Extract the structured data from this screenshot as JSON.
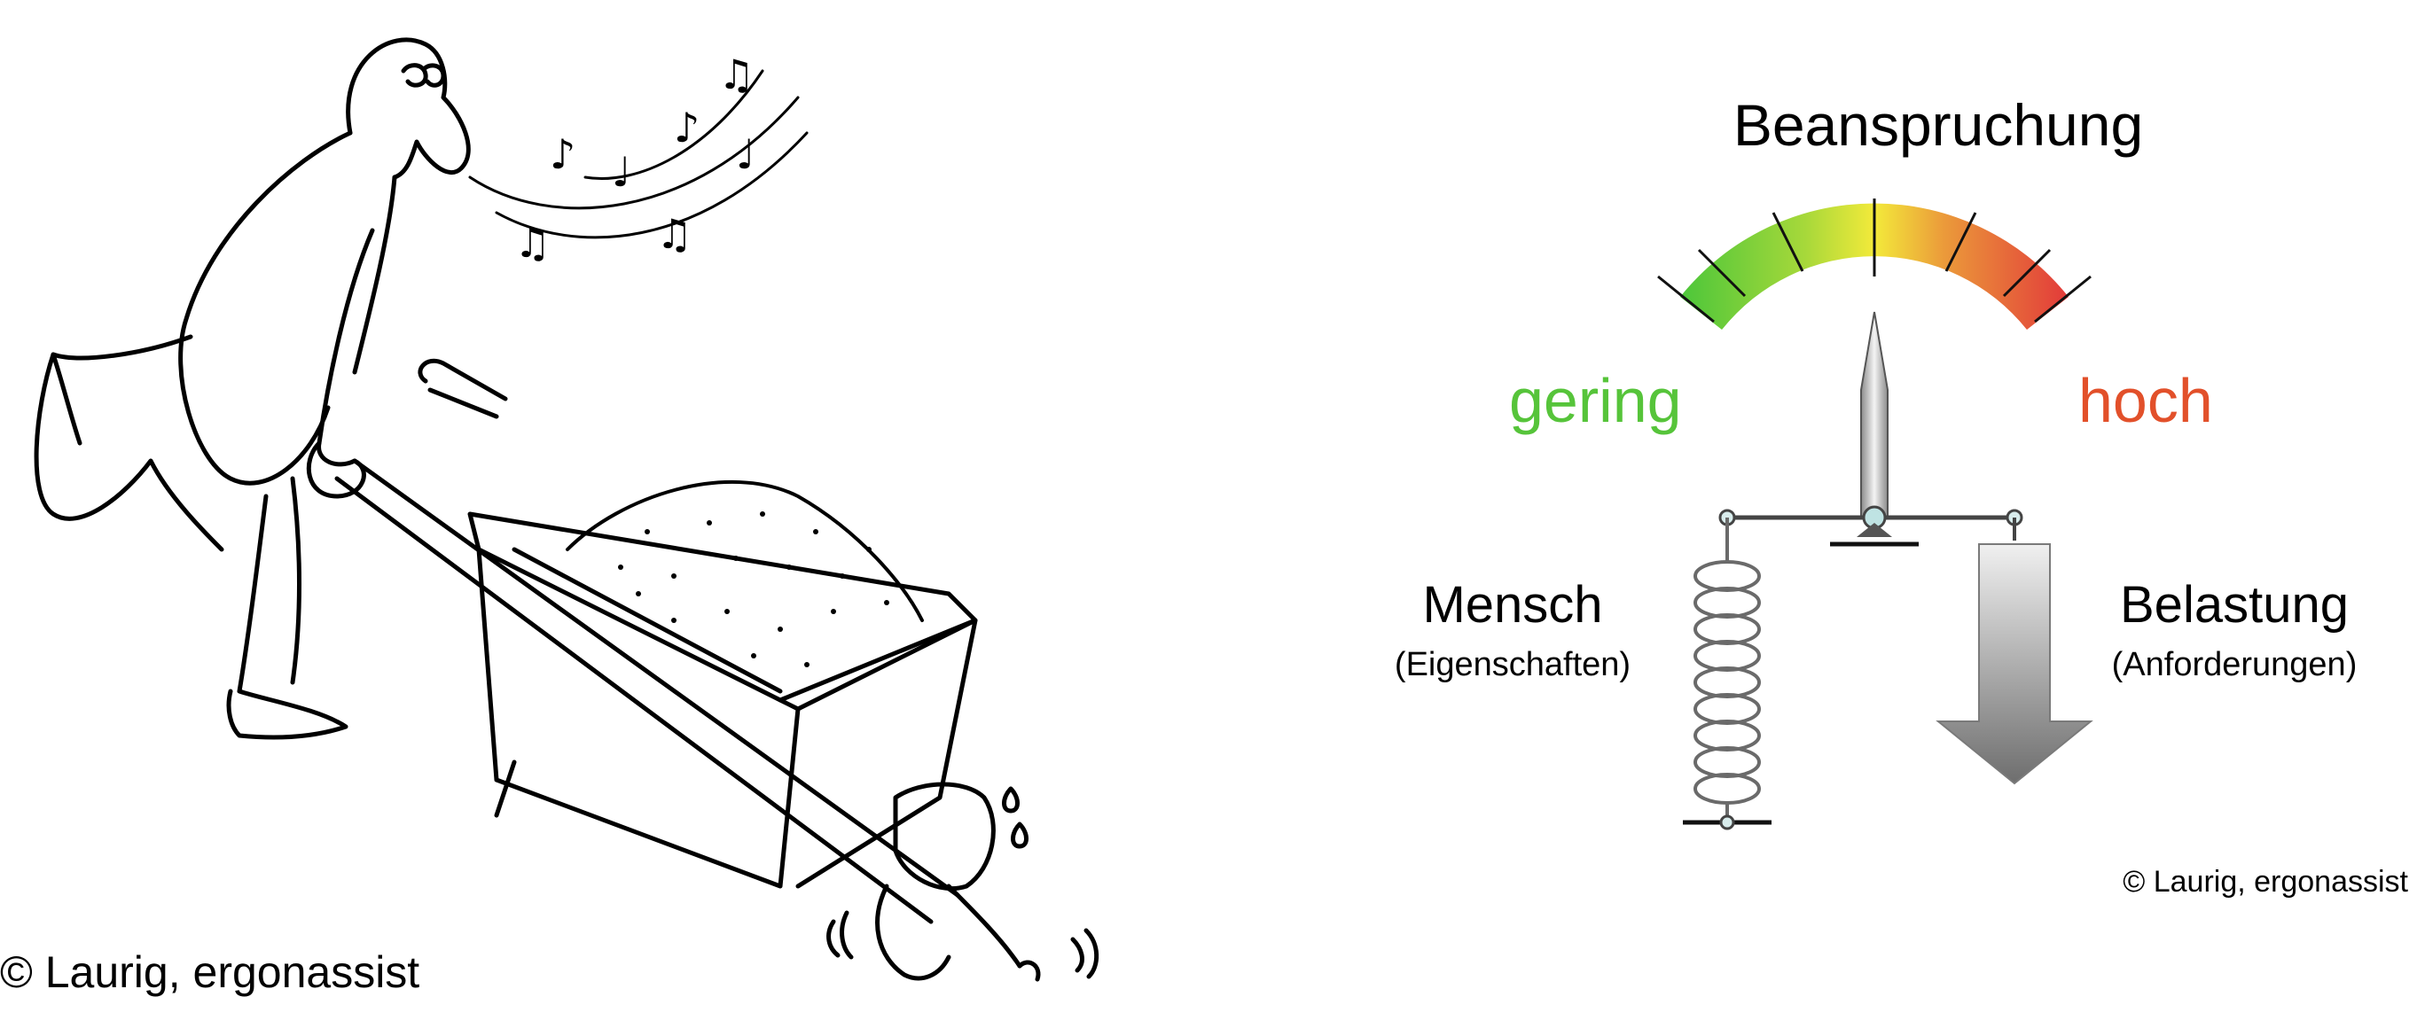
{
  "cartoon": {
    "copyright": "© Laurig, ergonassist"
  },
  "diagram": {
    "title": "Beanspruchung",
    "gauge_low_label": "gering",
    "gauge_high_label": "hoch",
    "left_label": "Mensch",
    "left_sublabel": "(Eigenschaften)",
    "right_label": "Belastung",
    "right_sublabel": "(Anforderungen)",
    "copyright": "© Laurig, ergonassist",
    "colors": {
      "low": "#4cc63a",
      "mid": "#f3ea3a",
      "high": "#e23a3a",
      "low_text": "#56c43a",
      "high_text": "#e2502a"
    }
  }
}
